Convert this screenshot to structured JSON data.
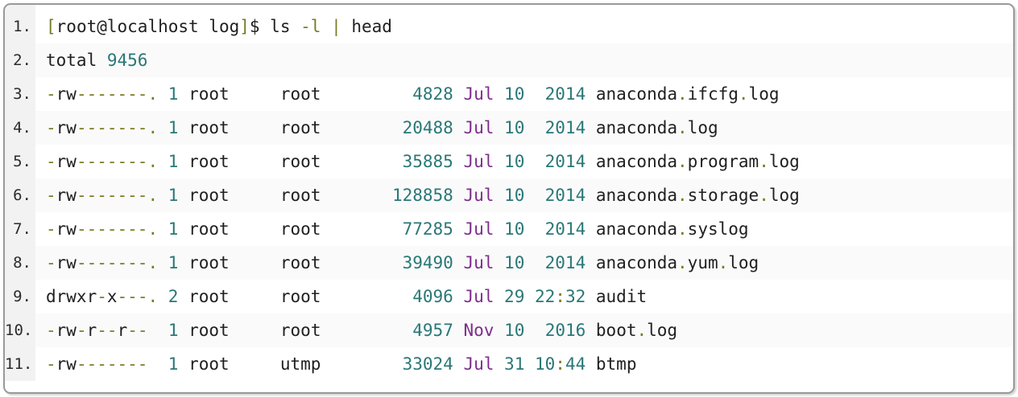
{
  "colors": {
    "plain": "#202020",
    "operator": "#7a7a23",
    "number": "#2a7777",
    "month": "#7d2d8c",
    "line_number": "#2b2b2b",
    "gutter_bg": "#f2f2f2",
    "stripe_bg": "#fafafa",
    "border": "#999999",
    "page_bg": "#ffffff"
  },
  "terminal": {
    "command": "[root@localhost log]$ ls -l | head",
    "lines": [
      {
        "number": "1.",
        "tokens": [
          [
            "operator",
            "["
          ],
          [
            "plain",
            "root@localhost log"
          ],
          [
            "operator",
            "]"
          ],
          [
            "plain",
            "$ ls "
          ],
          [
            "operator",
            "-l"
          ],
          [
            "plain",
            " "
          ],
          [
            "operator",
            "|"
          ],
          [
            "plain",
            " head"
          ]
        ]
      },
      {
        "number": "2.",
        "tokens": [
          [
            "plain",
            "total "
          ],
          [
            "number",
            "9456"
          ]
        ]
      },
      {
        "number": "3.",
        "tokens": [
          [
            "operator",
            "-"
          ],
          [
            "plain",
            "rw"
          ],
          [
            "operator",
            "-------."
          ],
          [
            "plain",
            " "
          ],
          [
            "number",
            "1"
          ],
          [
            "plain",
            " root     root         "
          ],
          [
            "number",
            "4828"
          ],
          [
            "plain",
            " "
          ],
          [
            "month",
            "Jul"
          ],
          [
            "plain",
            " "
          ],
          [
            "number",
            "10"
          ],
          [
            "plain",
            "  "
          ],
          [
            "number",
            "2014"
          ],
          [
            "plain",
            " anaconda"
          ],
          [
            "operator",
            "."
          ],
          [
            "plain",
            "ifcfg"
          ],
          [
            "operator",
            "."
          ],
          [
            "plain",
            "log"
          ]
        ]
      },
      {
        "number": "4.",
        "tokens": [
          [
            "operator",
            "-"
          ],
          [
            "plain",
            "rw"
          ],
          [
            "operator",
            "-------."
          ],
          [
            "plain",
            " "
          ],
          [
            "number",
            "1"
          ],
          [
            "plain",
            " root     root        "
          ],
          [
            "number",
            "20488"
          ],
          [
            "plain",
            " "
          ],
          [
            "month",
            "Jul"
          ],
          [
            "plain",
            " "
          ],
          [
            "number",
            "10"
          ],
          [
            "plain",
            "  "
          ],
          [
            "number",
            "2014"
          ],
          [
            "plain",
            " anaconda"
          ],
          [
            "operator",
            "."
          ],
          [
            "plain",
            "log"
          ]
        ]
      },
      {
        "number": "5.",
        "tokens": [
          [
            "operator",
            "-"
          ],
          [
            "plain",
            "rw"
          ],
          [
            "operator",
            "-------."
          ],
          [
            "plain",
            " "
          ],
          [
            "number",
            "1"
          ],
          [
            "plain",
            " root     root        "
          ],
          [
            "number",
            "35885"
          ],
          [
            "plain",
            " "
          ],
          [
            "month",
            "Jul"
          ],
          [
            "plain",
            " "
          ],
          [
            "number",
            "10"
          ],
          [
            "plain",
            "  "
          ],
          [
            "number",
            "2014"
          ],
          [
            "plain",
            " anaconda"
          ],
          [
            "operator",
            "."
          ],
          [
            "plain",
            "program"
          ],
          [
            "operator",
            "."
          ],
          [
            "plain",
            "log"
          ]
        ]
      },
      {
        "number": "6.",
        "tokens": [
          [
            "operator",
            "-"
          ],
          [
            "plain",
            "rw"
          ],
          [
            "operator",
            "-------."
          ],
          [
            "plain",
            " "
          ],
          [
            "number",
            "1"
          ],
          [
            "plain",
            " root     root       "
          ],
          [
            "number",
            "128858"
          ],
          [
            "plain",
            " "
          ],
          [
            "month",
            "Jul"
          ],
          [
            "plain",
            " "
          ],
          [
            "number",
            "10"
          ],
          [
            "plain",
            "  "
          ],
          [
            "number",
            "2014"
          ],
          [
            "plain",
            " anaconda"
          ],
          [
            "operator",
            "."
          ],
          [
            "plain",
            "storage"
          ],
          [
            "operator",
            "."
          ],
          [
            "plain",
            "log"
          ]
        ]
      },
      {
        "number": "7.",
        "tokens": [
          [
            "operator",
            "-"
          ],
          [
            "plain",
            "rw"
          ],
          [
            "operator",
            "-------."
          ],
          [
            "plain",
            " "
          ],
          [
            "number",
            "1"
          ],
          [
            "plain",
            " root     root        "
          ],
          [
            "number",
            "77285"
          ],
          [
            "plain",
            " "
          ],
          [
            "month",
            "Jul"
          ],
          [
            "plain",
            " "
          ],
          [
            "number",
            "10"
          ],
          [
            "plain",
            "  "
          ],
          [
            "number",
            "2014"
          ],
          [
            "plain",
            " anaconda"
          ],
          [
            "operator",
            "."
          ],
          [
            "plain",
            "syslog"
          ]
        ]
      },
      {
        "number": "8.",
        "tokens": [
          [
            "operator",
            "-"
          ],
          [
            "plain",
            "rw"
          ],
          [
            "operator",
            "-------."
          ],
          [
            "plain",
            " "
          ],
          [
            "number",
            "1"
          ],
          [
            "plain",
            " root     root        "
          ],
          [
            "number",
            "39490"
          ],
          [
            "plain",
            " "
          ],
          [
            "month",
            "Jul"
          ],
          [
            "plain",
            " "
          ],
          [
            "number",
            "10"
          ],
          [
            "plain",
            "  "
          ],
          [
            "number",
            "2014"
          ],
          [
            "plain",
            " anaconda"
          ],
          [
            "operator",
            "."
          ],
          [
            "plain",
            "yum"
          ],
          [
            "operator",
            "."
          ],
          [
            "plain",
            "log"
          ]
        ]
      },
      {
        "number": "9.",
        "tokens": [
          [
            "plain",
            "drwxr"
          ],
          [
            "operator",
            "-"
          ],
          [
            "plain",
            "x"
          ],
          [
            "operator",
            "---."
          ],
          [
            "plain",
            " "
          ],
          [
            "number",
            "2"
          ],
          [
            "plain",
            " root     root         "
          ],
          [
            "number",
            "4096"
          ],
          [
            "plain",
            " "
          ],
          [
            "month",
            "Jul"
          ],
          [
            "plain",
            " "
          ],
          [
            "number",
            "29"
          ],
          [
            "plain",
            " "
          ],
          [
            "number",
            "22"
          ],
          [
            "operator",
            ":"
          ],
          [
            "number",
            "32"
          ],
          [
            "plain",
            " audit"
          ]
        ]
      },
      {
        "number": "10.",
        "tokens": [
          [
            "operator",
            "-"
          ],
          [
            "plain",
            "rw"
          ],
          [
            "operator",
            "-"
          ],
          [
            "plain",
            "r"
          ],
          [
            "operator",
            "--"
          ],
          [
            "plain",
            "r"
          ],
          [
            "operator",
            "--"
          ],
          [
            "plain",
            "  "
          ],
          [
            "number",
            "1"
          ],
          [
            "plain",
            " root     root         "
          ],
          [
            "number",
            "4957"
          ],
          [
            "plain",
            " "
          ],
          [
            "month",
            "Nov"
          ],
          [
            "plain",
            " "
          ],
          [
            "number",
            "10"
          ],
          [
            "plain",
            "  "
          ],
          [
            "number",
            "2016"
          ],
          [
            "plain",
            " boot"
          ],
          [
            "operator",
            "."
          ],
          [
            "plain",
            "log"
          ]
        ]
      },
      {
        "number": "11.",
        "tokens": [
          [
            "operator",
            "-"
          ],
          [
            "plain",
            "rw"
          ],
          [
            "operator",
            "-------"
          ],
          [
            "plain",
            "  "
          ],
          [
            "number",
            "1"
          ],
          [
            "plain",
            " root     utmp        "
          ],
          [
            "number",
            "33024"
          ],
          [
            "plain",
            " "
          ],
          [
            "month",
            "Jul"
          ],
          [
            "plain",
            " "
          ],
          [
            "number",
            "31"
          ],
          [
            "plain",
            " "
          ],
          [
            "number",
            "10"
          ],
          [
            "operator",
            ":"
          ],
          [
            "number",
            "44"
          ],
          [
            "plain",
            " btmp"
          ]
        ]
      }
    ]
  }
}
